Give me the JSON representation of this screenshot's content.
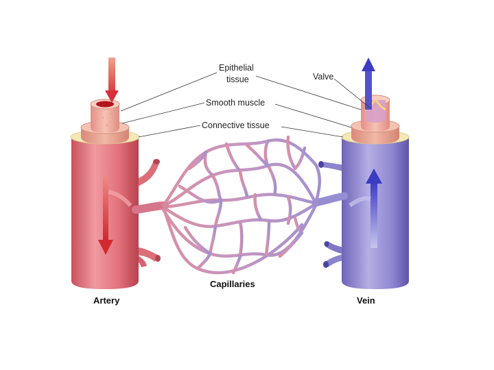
{
  "diagram": {
    "labels": {
      "epithelial_line1": "Epithelial",
      "epithelial_line2": "tissue",
      "smooth_muscle": "Smooth muscle",
      "connective_tissue": "Connective tissue",
      "valve": "Valve",
      "capillaries": "Capillaries",
      "artery": "Artery",
      "vein": "Vein"
    },
    "colors": {
      "artery": "#e0707a",
      "artery_dark": "#c94a58",
      "arrow_red": "#d93a3a",
      "vein": "#9a90d6",
      "vein_dark": "#6c62b8",
      "arrow_blue": "#4a4cc8",
      "capillary": "#c98ab8",
      "connective": "#f4e6b0",
      "muscle": "#e8a088",
      "epithelial": "#f0b0a0"
    }
  }
}
